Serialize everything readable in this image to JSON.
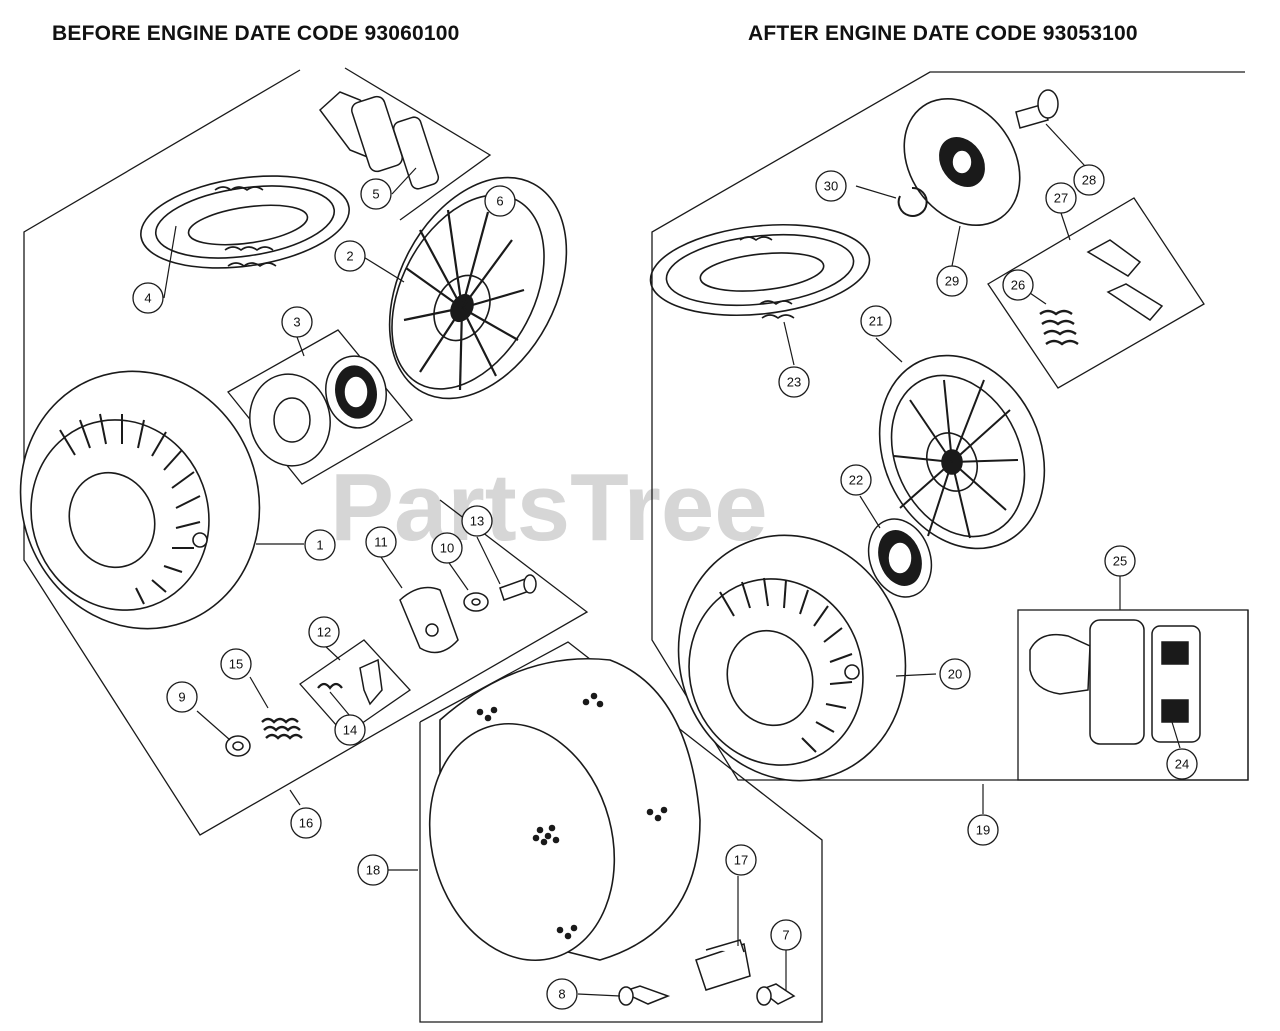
{
  "headers": {
    "before": "BEFORE ENGINE DATE CODE 93060100",
    "after": "AFTER ENGINE DATE CODE 93053100"
  },
  "watermark": "PartsTree",
  "callouts": {
    "c1": "1",
    "c2": "2",
    "c3": "3",
    "c4": "4",
    "c5": "5",
    "c6": "6",
    "c7": "7",
    "c8": "8",
    "c9": "9",
    "c10": "10",
    "c11": "11",
    "c12": "12",
    "c13": "13",
    "c14": "14",
    "c15": "15",
    "c16": "16",
    "c17": "17",
    "c18": "18",
    "c19": "19",
    "c20": "20",
    "c21": "21",
    "c22": "22",
    "c23": "23",
    "c24": "24",
    "c25": "25",
    "c26": "26",
    "c27": "27",
    "c28": "28",
    "c29": "29",
    "c30": "30"
  },
  "colors": {
    "ink": "#1a1a1a",
    "watermark": "#c8c8c8",
    "background": "#ffffff"
  }
}
